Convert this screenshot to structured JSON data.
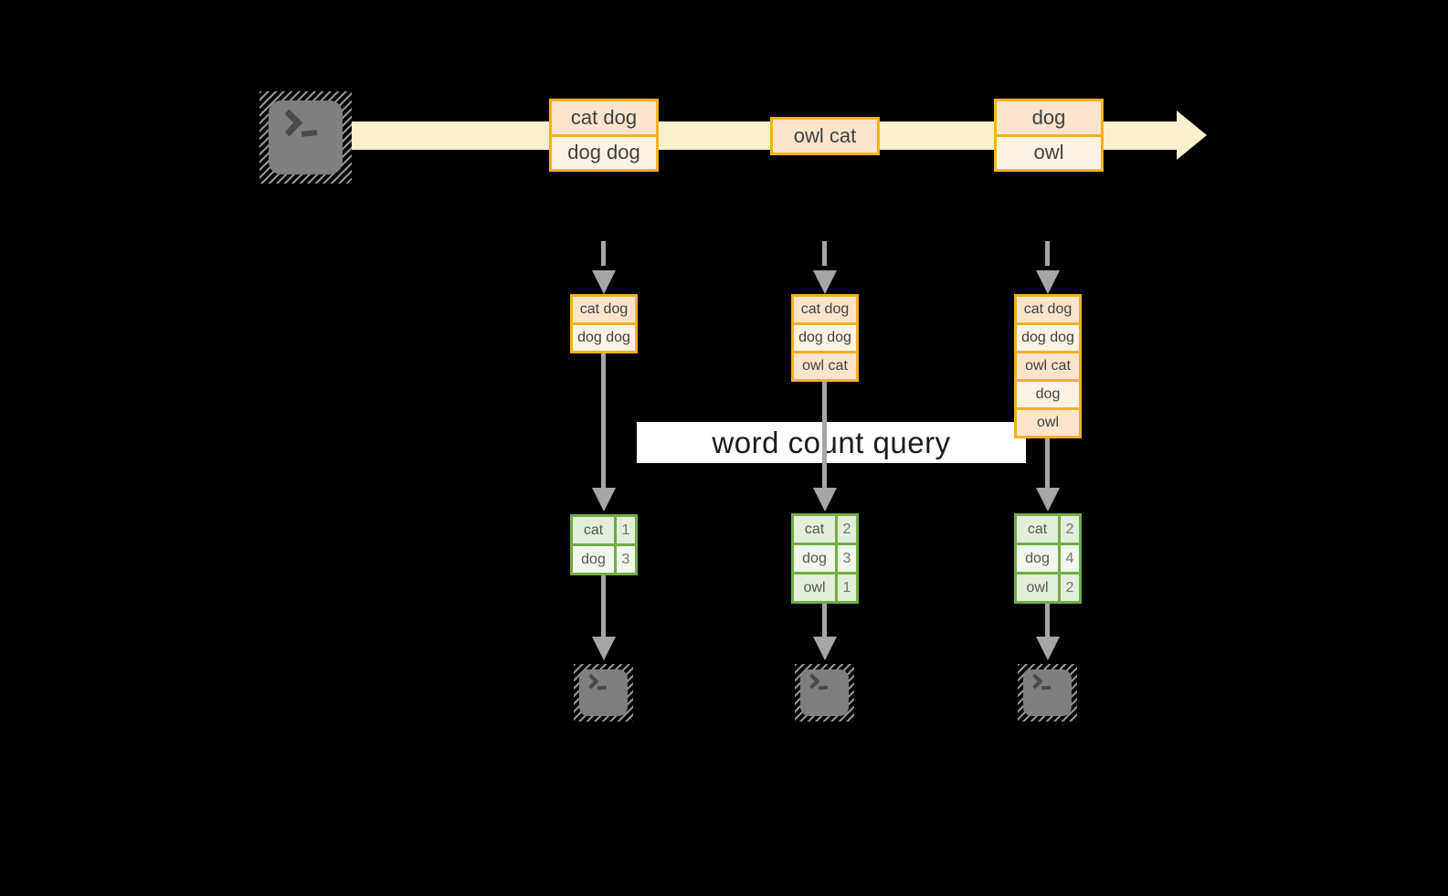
{
  "diagram": {
    "query_banner": {
      "label": "word count query"
    },
    "stream_events": [
      {
        "rows": [
          "cat dog",
          "dog dog"
        ]
      },
      {
        "rows": [
          "owl cat"
        ]
      },
      {
        "rows": [
          "dog",
          "owl"
        ]
      }
    ],
    "pipelines": [
      {
        "buffer_rows": [
          "cat dog",
          "dog dog"
        ],
        "counts": [
          {
            "word": "cat",
            "count": "1"
          },
          {
            "word": "dog",
            "count": "3"
          }
        ]
      },
      {
        "buffer_rows": [
          "cat dog",
          "dog dog",
          "owl cat"
        ],
        "counts": [
          {
            "word": "cat",
            "count": "2"
          },
          {
            "word": "dog",
            "count": "3"
          },
          {
            "word": "owl",
            "count": "1"
          }
        ]
      },
      {
        "buffer_rows": [
          "cat dog",
          "dog dog",
          "owl cat",
          "dog",
          "owl"
        ],
        "counts": [
          {
            "word": "cat",
            "count": "2"
          },
          {
            "word": "dog",
            "count": "4"
          },
          {
            "word": "owl",
            "count": "2"
          }
        ]
      }
    ],
    "colors": {
      "background": "#000000",
      "stream_arrow": "#faf0cd",
      "event_fill_odd": "#fce5cc",
      "event_fill_even": "#fdf3e5",
      "event_border": "#f5b120",
      "table_border": "#70ad47",
      "table_fill_odd": "#e2efda",
      "table_fill_even": "#f1f7eb",
      "connector_gray": "#a6a6a6",
      "terminal_fill": "#7f7f7f",
      "banner_bg": "#ffffff"
    }
  }
}
